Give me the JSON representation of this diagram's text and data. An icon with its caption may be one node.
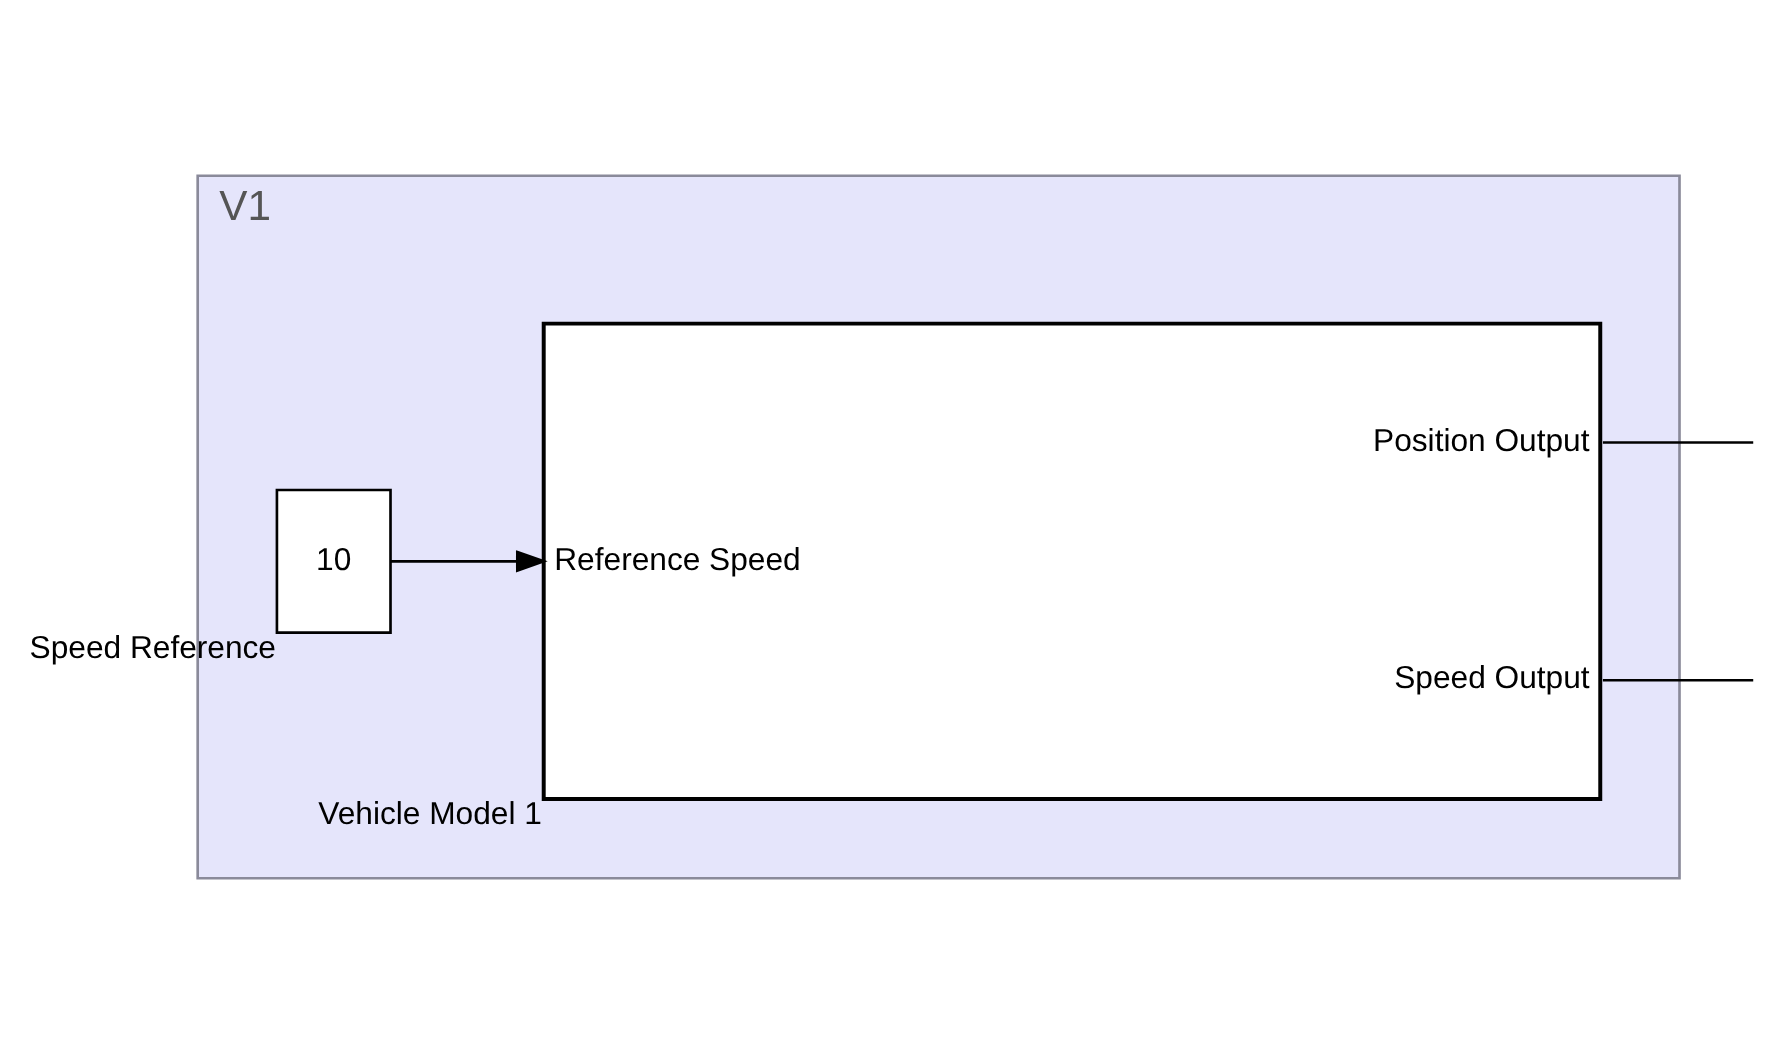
{
  "diagram": {
    "nodes": [
      {
        "text": [
          "V1"
        ]
      },
      {
        "text": [
          "10"
        ],
        "in": 0,
        "beside": [
          "Speed Reference"
        ]
      },
      {
        "text": [
          "Reference Speed",
          "Position Output",
          "Speed Output"
        ],
        "in": 0,
        "beside": [
          "Vehicle Model 1"
        ]
      }
    ],
    "edges": [
      {
        "from": 1,
        "to": 2,
        "arrow": "to"
      },
      {
        "from": 2,
        "to": null,
        "arrow": "none"
      },
      {
        "from": 2,
        "to": null,
        "arrow": "none"
      }
    ]
  }
}
